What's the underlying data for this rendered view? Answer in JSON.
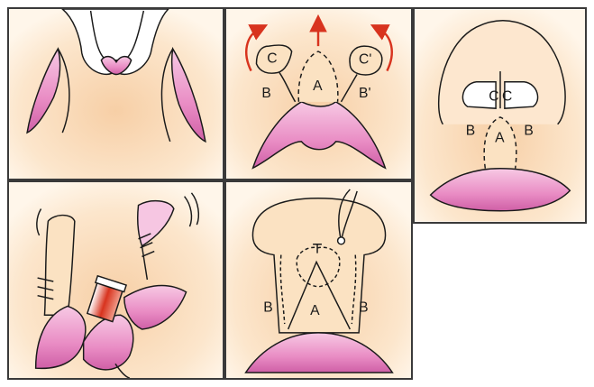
{
  "colors": {
    "skin_light": "#fbe2c2",
    "skin_glow": "#f6c89c",
    "lip_pink": "#e98cc4",
    "lip_light": "#f6c6e2",
    "outline": "#1a1a1a",
    "arrow_red": "#d8331e",
    "flap_red": "#d8331e"
  },
  "labels": {
    "panel2": {
      "a": "A",
      "b": "B",
      "b_prime": "B'",
      "c": "C",
      "c_prime": "C'"
    },
    "panel3": {
      "a": "A",
      "b_left": "B",
      "b_right": "B",
      "c_left": "C",
      "c_right": "C"
    },
    "panel5": {
      "a": "A",
      "b_left": "B",
      "b_right": "B"
    }
  }
}
